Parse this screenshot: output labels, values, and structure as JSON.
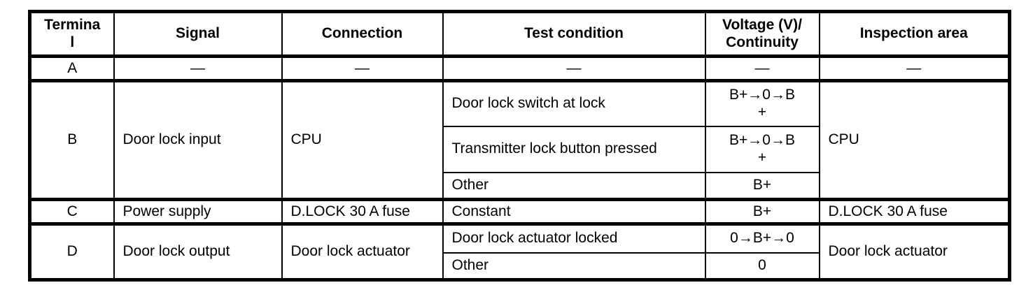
{
  "table": {
    "headers": {
      "terminal": "Termina\nl",
      "signal": "Signal",
      "connection": "Connection",
      "test_condition": "Test condition",
      "voltage": "Voltage (V)/\nContinuity",
      "inspection": "Inspection area"
    },
    "rows": {
      "a": {
        "terminal": "A",
        "signal": "—",
        "connection": "—",
        "test": "—",
        "voltage": "—",
        "inspection": "—"
      },
      "b": {
        "terminal": "B",
        "signal": "Door lock input",
        "connection": "CPU",
        "inspection": "CPU",
        "conditions": [
          {
            "test": "Door lock switch at lock",
            "voltage": "B+→0→B\n+"
          },
          {
            "test": "Transmitter lock button pressed",
            "voltage": "B+→0→B\n+"
          },
          {
            "test": "Other",
            "voltage": "B+"
          }
        ]
      },
      "c": {
        "terminal": "C",
        "signal": "Power supply",
        "connection": "D.LOCK 30 A fuse",
        "test": "Constant",
        "voltage": "B+",
        "inspection": "D.LOCK 30 A fuse"
      },
      "d": {
        "terminal": "D",
        "signal": "Door lock output",
        "connection": "Door lock actuator",
        "inspection": "Door lock actuator",
        "conditions": [
          {
            "test": "Door lock actuator locked",
            "voltage": "0→B+→0"
          },
          {
            "test": "Other",
            "voltage": "0"
          }
        ]
      }
    }
  }
}
